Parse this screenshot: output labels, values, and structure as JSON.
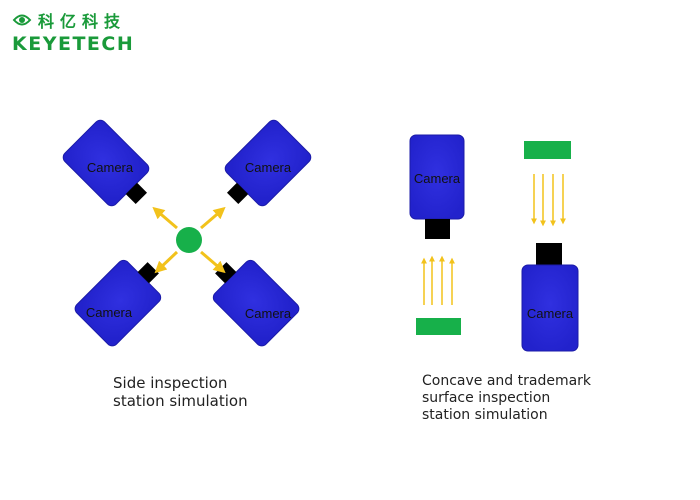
{
  "brand": {
    "name_cn": "科亿科技",
    "name_en": "KEYETECH",
    "color": "#1a9a3a"
  },
  "camera_label": "Camera",
  "colors": {
    "camera_body": "#2a2ad8",
    "lens": "#000000",
    "target": "#17b04a",
    "arrow": "#f2c21b"
  },
  "captions": {
    "side_line1": "Side inspection",
    "side_line2": "station simulation",
    "concave_line1": "Concave and trademark",
    "concave_line2": "surface inspection",
    "concave_line3": "station simulation"
  }
}
